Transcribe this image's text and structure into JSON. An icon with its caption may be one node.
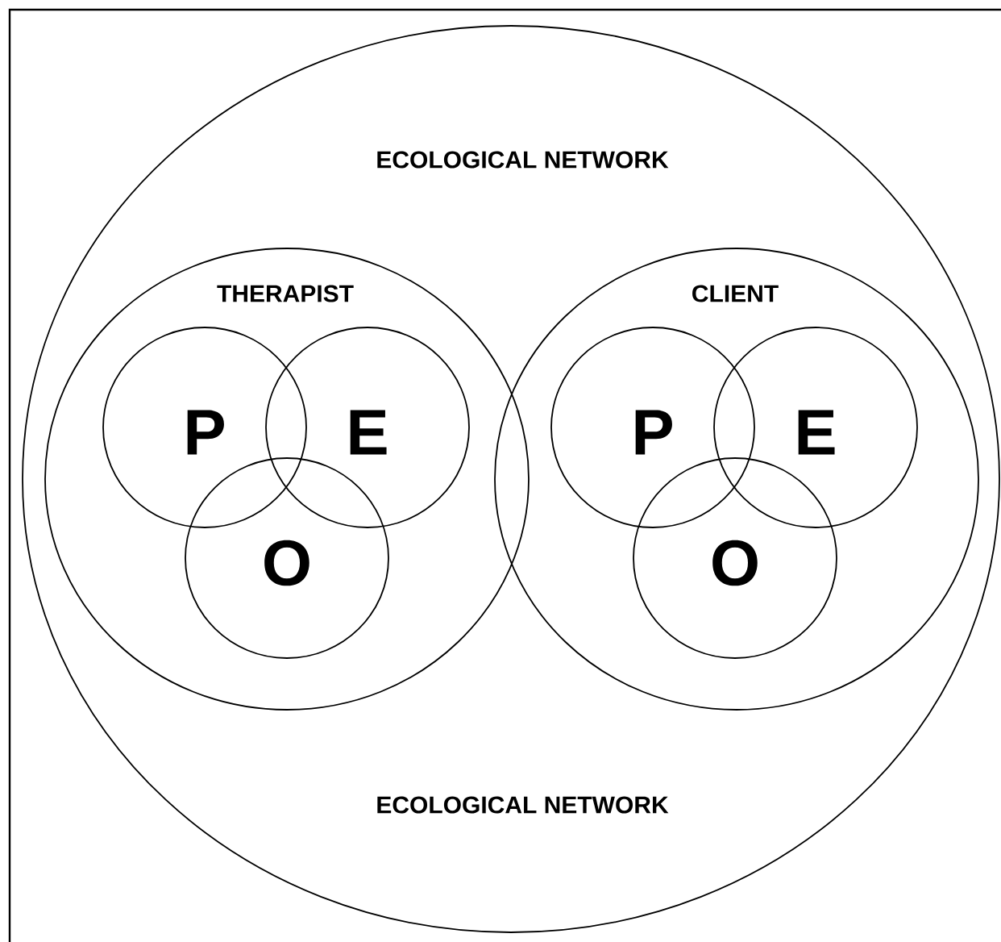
{
  "diagram": {
    "nodes": [
      {
        "text": [
          "ECOLOGICAL NETWORK",
          "ECOLOGICAL NETWORK"
        ]
      },
      {
        "text": [
          "THERAPIST"
        ],
        "in": 0
      },
      {
        "text": [
          "P"
        ],
        "in": 1
      },
      {
        "text": [
          "E"
        ],
        "in": 1
      },
      {
        "text": [
          "O"
        ],
        "in": 1
      },
      {
        "text": [
          "CLIENT"
        ],
        "in": 0
      },
      {
        "text": [
          "P"
        ],
        "in": 5
      },
      {
        "text": [
          "E"
        ],
        "in": 5
      },
      {
        "text": [
          "O"
        ],
        "in": 5
      }
    ]
  }
}
